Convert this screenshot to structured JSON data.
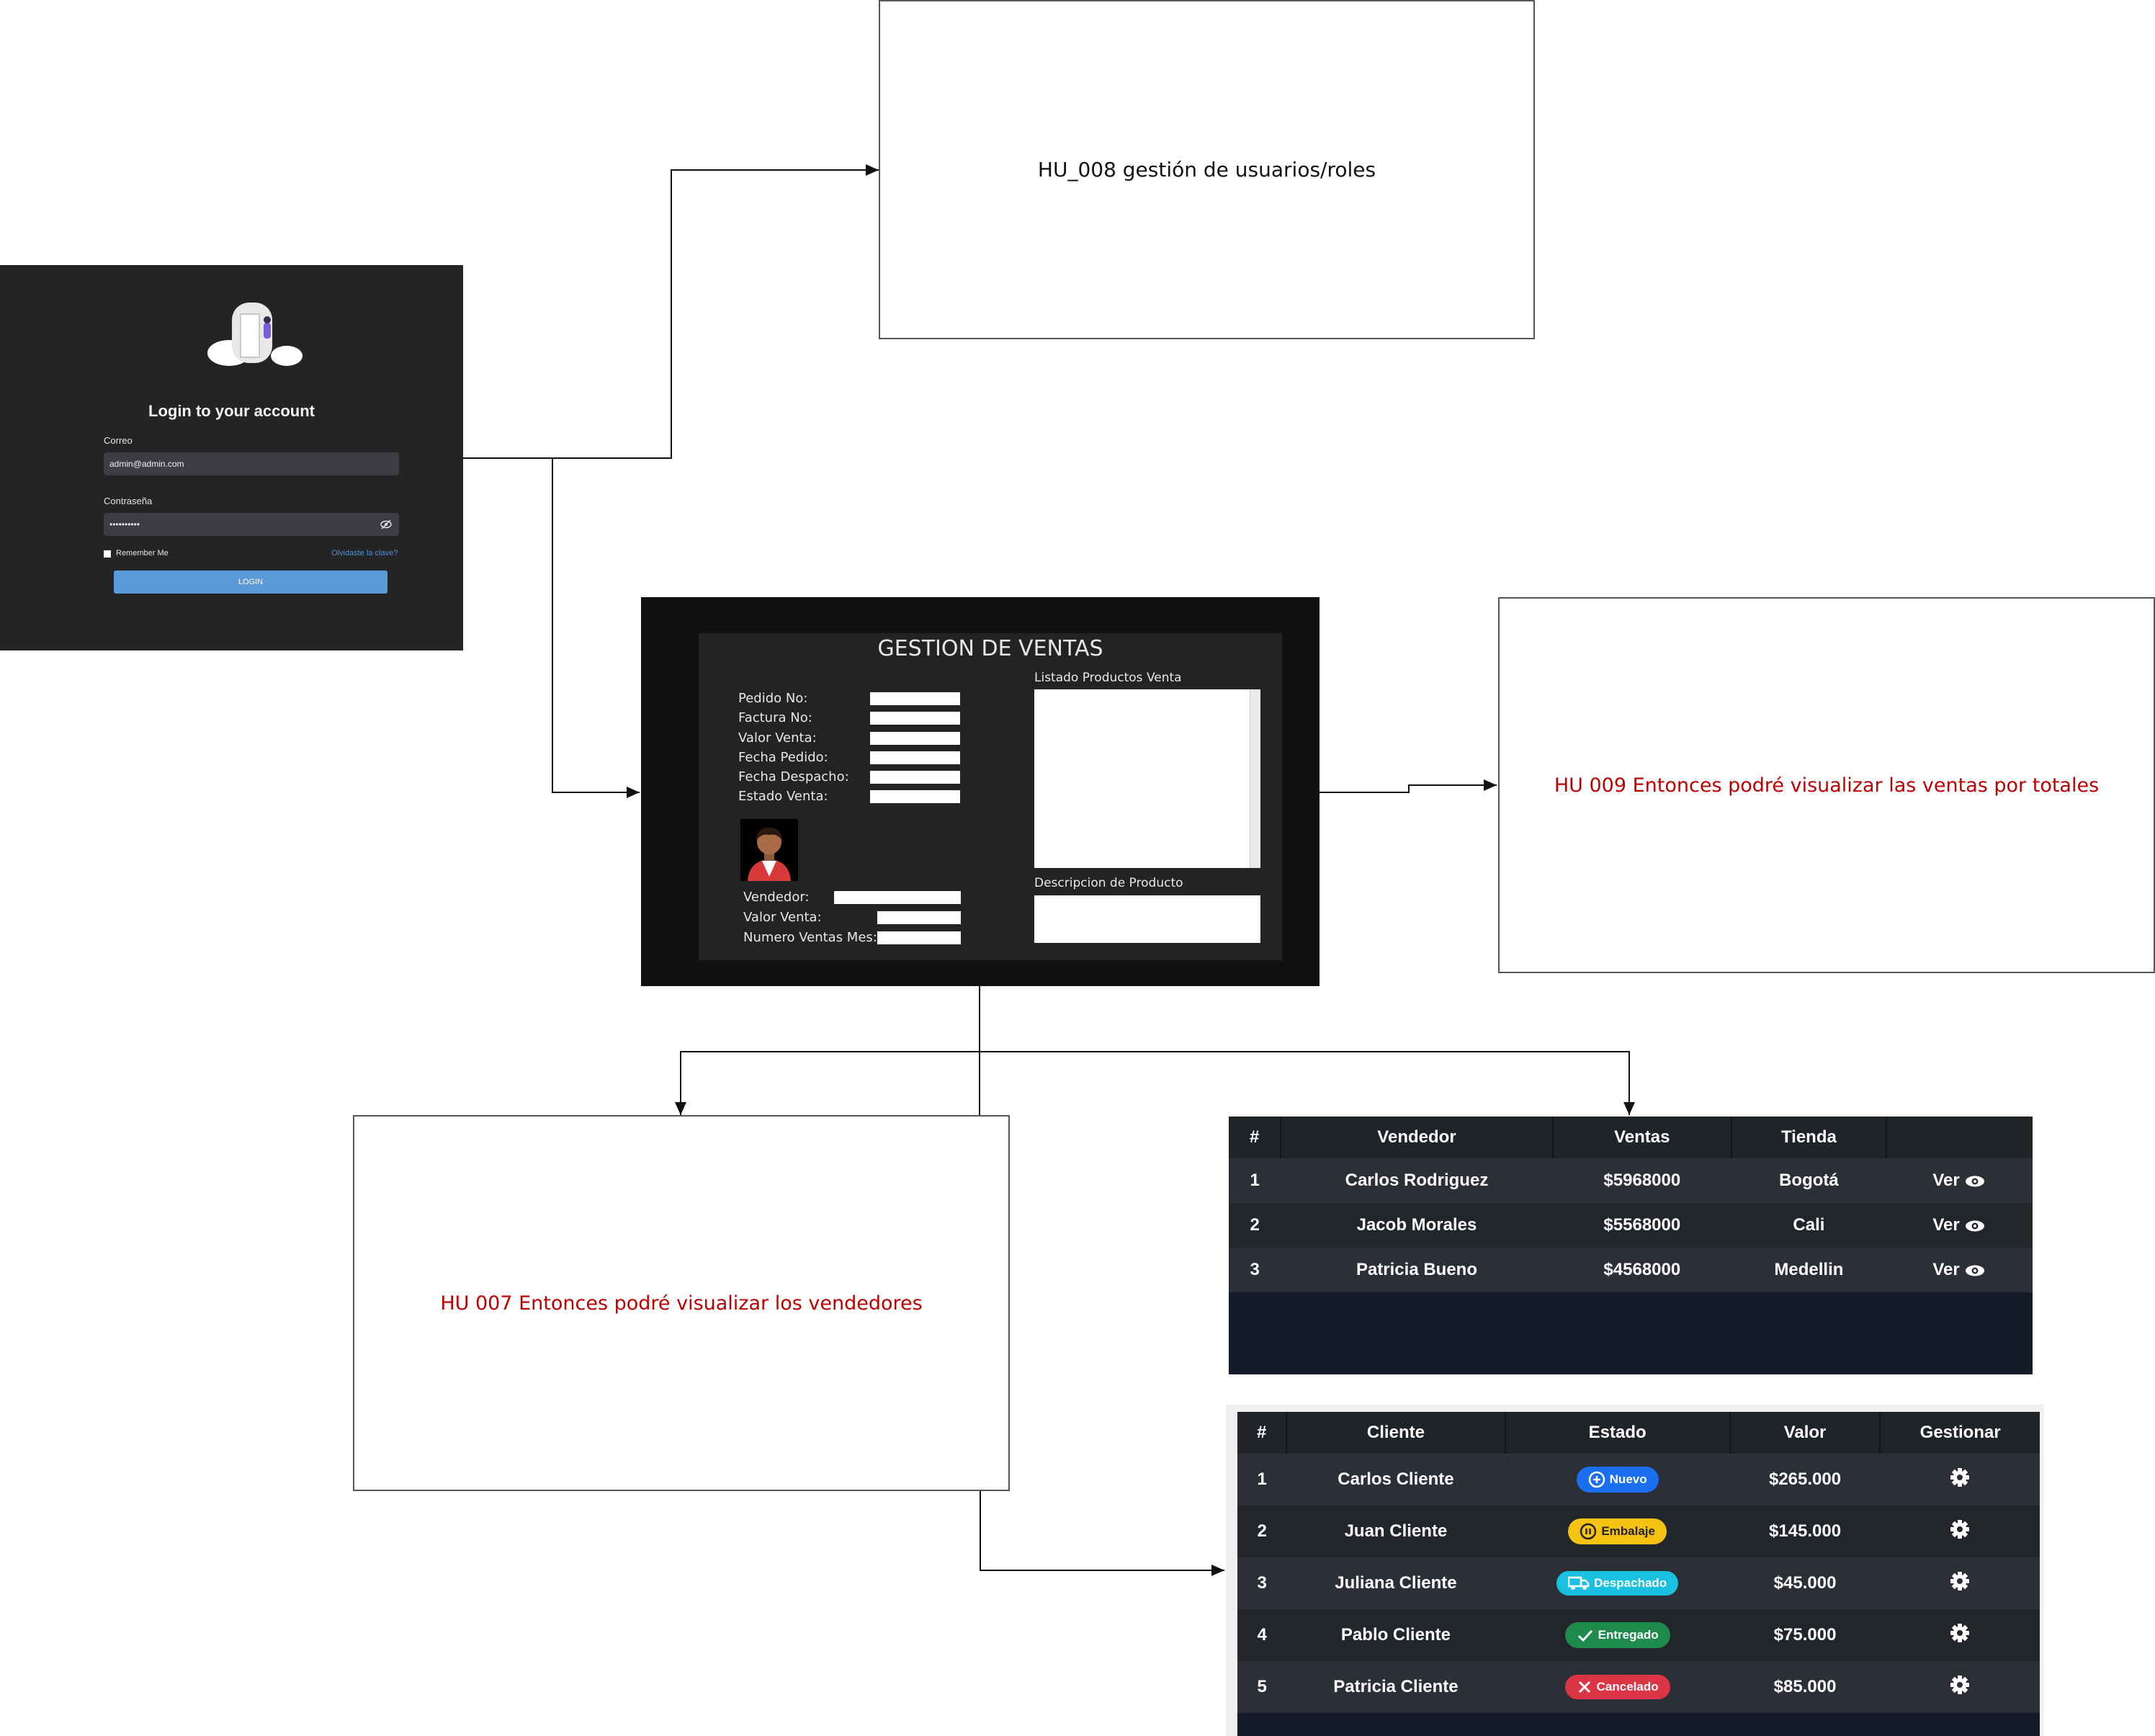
{
  "boxes": {
    "hu008": "HU_008  gestión de usuarios/roles",
    "hu009": "HU 009 Entonces podré visualizar las ventas por totales",
    "hu007": "HU 007 Entonces podré visualizar los vendedores"
  },
  "login": {
    "title": "Login to your account",
    "email_label": "Correo",
    "email_value": "admin@admin.com",
    "password_label": "Contraseña",
    "password_value": "••••••••••",
    "remember_label": "Remember Me",
    "forgot_link": "Olvidaste la clave?",
    "login_button": "LOGIN"
  },
  "ventas": {
    "title": "GESTION DE VENTAS",
    "fields": [
      "Pedido No:",
      "Factura No:",
      "Valor Venta:",
      "Fecha Pedido:",
      "Fecha Despacho:",
      "Estado Venta:"
    ],
    "list_label": "Listado Productos Venta",
    "desc_label": "Descripcion de Producto",
    "seller_fields": [
      "Vendedor:",
      "Valor Venta:",
      "Numero Ventas Mes:"
    ]
  },
  "sellers_table": {
    "headers": [
      "#",
      "Vendedor",
      "Ventas",
      "Tienda",
      ""
    ],
    "rows": [
      {
        "num": "1",
        "name": "Carlos Rodriguez",
        "sales": "$5968000",
        "store": "Bogotá",
        "action": "Ver"
      },
      {
        "num": "2",
        "name": "Jacob Morales",
        "sales": "$5568000",
        "store": "Cali",
        "action": "Ver"
      },
      {
        "num": "3",
        "name": "Patricia Bueno",
        "sales": "$4568000",
        "store": "Medellin",
        "action": "Ver"
      }
    ]
  },
  "orders_table": {
    "headers": [
      "#",
      "Cliente",
      "Estado",
      "Valor",
      "Gestionar"
    ],
    "rows": [
      {
        "num": "1",
        "client": "Carlos Cliente",
        "status": "Nuevo",
        "status_color": "#1a6ef0",
        "status_text_color": "#ffffff",
        "value": "$265.000"
      },
      {
        "num": "2",
        "client": "Juan Cliente",
        "status": "Embalaje",
        "status_color": "#f5c211",
        "status_text_color": "#222222",
        "value": "$145.000"
      },
      {
        "num": "3",
        "client": "Juliana Cliente",
        "status": "Despachado",
        "status_color": "#19c0e0",
        "status_text_color": "#ffffff",
        "value": "$45.000"
      },
      {
        "num": "4",
        "client": "Pablo Cliente",
        "status": "Entregado",
        "status_color": "#1e8a4c",
        "status_text_color": "#ffffff",
        "value": "$75.000"
      },
      {
        "num": "5",
        "client": "Patricia Cliente",
        "status": "Cancelado",
        "status_color": "#dc3545",
        "status_text_color": "#ffffff",
        "value": "$85.000"
      }
    ]
  }
}
